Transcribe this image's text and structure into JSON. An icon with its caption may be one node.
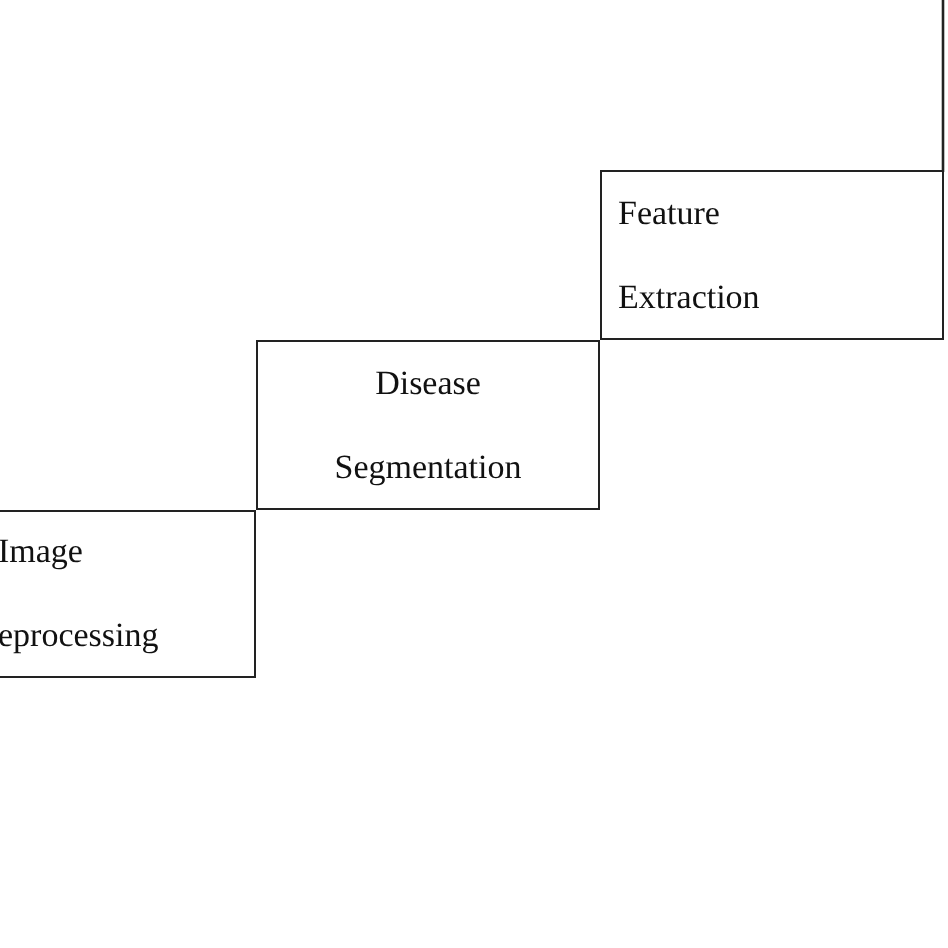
{
  "diagram": {
    "nodes": [
      {
        "text": [
          "Image eprocessing"
        ]
      },
      {
        "text": [
          "Disease Segmentation"
        ]
      },
      {
        "text": [
          "Feature Extraction"
        ]
      }
    ]
  }
}
